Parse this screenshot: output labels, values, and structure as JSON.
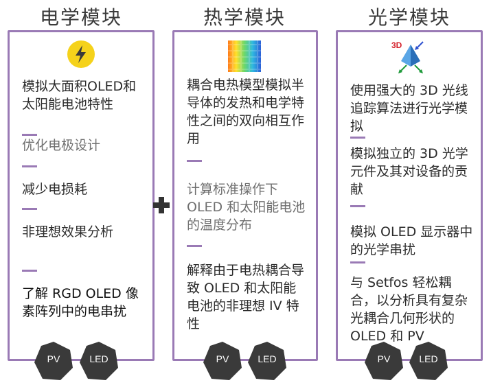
{
  "columns": {
    "electrical": {
      "title": "电学模块",
      "icon": "lightning-bolt-icon",
      "items": [
        "模拟大面积OLED和太阳能电池特性",
        "优化电极设计",
        "减少电损耗",
        "非理想效果分析",
        "了解 RGD OLED 像素阵列中的电串扰"
      ],
      "badges": [
        "PV",
        "LED"
      ]
    },
    "thermal": {
      "title": "热学模块",
      "icon": "heat-map-icon",
      "items": [
        "耦合电热模型模拟半导体的发热和电学特性之间的双向相互作用",
        "计算标准操作下 OLED 和太阳能电池的温度分布",
        "解释由于电热耦合导致 OLED 和太阳能电池的非理想 IV 特性"
      ],
      "badges": [
        "PV",
        "LED"
      ]
    },
    "optical": {
      "title": "光学模块",
      "icon": "3d-pyramid-icon",
      "icon_text": "3D",
      "items": [
        "使用强大的 3D 光线追踪算法进行光学模拟",
        "模拟独立的 3D 光学元件及其对设备的贡献",
        "模拟 OLED 显示器中的光学串扰",
        "与 Setfos 轻松耦合，以分析具有复杂光耦合几何形状的 OLED 和 PV"
      ],
      "badges": [
        "PV",
        "LED"
      ]
    }
  },
  "connector": "plus-icon",
  "colors": {
    "border": "#9a7ab5",
    "bolt_bg": "#f5d21b",
    "badge": "#3a3a3a"
  }
}
